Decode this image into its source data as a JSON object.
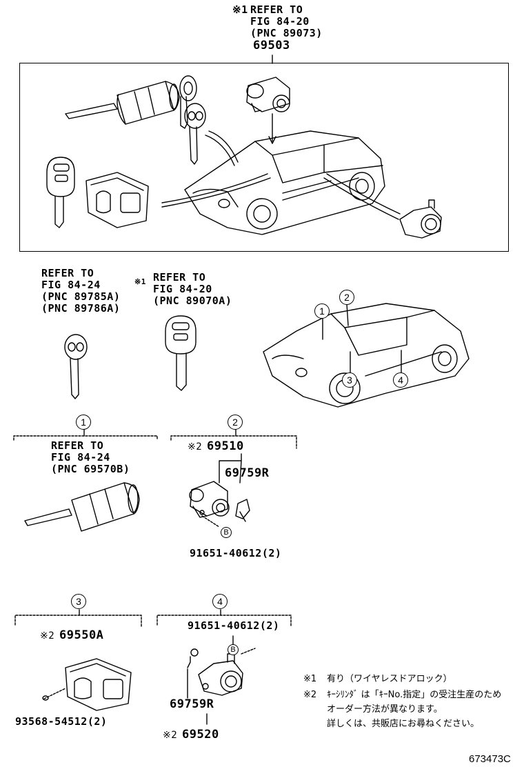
{
  "top": {
    "mark": "※1",
    "refer_lines": [
      "REFER TO",
      "FIG 84-20",
      "(PNC 89073)"
    ],
    "part": "69503"
  },
  "ref_left": {
    "lines": [
      "REFER TO",
      "FIG 84-24",
      "(PNC 89785A)",
      "(PNC 89786A)"
    ]
  },
  "ref_right": {
    "mark": "※1",
    "lines": [
      "REFER TO",
      "FIG 84-20",
      "(PNC 89070A)"
    ]
  },
  "car_callouts": [
    "1",
    "2",
    "3",
    "4"
  ],
  "section1": {
    "num": "1",
    "refer_lines": [
      "REFER TO",
      "FIG 84-24",
      "(PNC 69570B)"
    ]
  },
  "section2": {
    "num": "2",
    "mark": "※2",
    "part_main": "69510",
    "part_sub": "69759R",
    "letter": "B",
    "bolt": "91651-40612(2)"
  },
  "section3": {
    "num": "3",
    "mark": "※2",
    "part_main": "69550A",
    "screw": "93568-54512(2)"
  },
  "section4": {
    "num": "4",
    "bolt": "91651-40612(2)",
    "letter": "B",
    "part_sub": "69759R",
    "mark": "※2",
    "part_main": "69520"
  },
  "notes": [
    {
      "mark": "※1",
      "text": "有り（ワイヤレスドアロック）"
    },
    {
      "mark": "※2",
      "text": "ｷｰｼﾘﾝﾀﾞ は「ｷｰNo.指定」の受注生産のため"
    },
    {
      "mark": "",
      "text": "オーダー方法が異なります。"
    },
    {
      "mark": "",
      "text": "詳しくは、共販店にお尋ねください。"
    }
  ],
  "figure_id": "673473C"
}
